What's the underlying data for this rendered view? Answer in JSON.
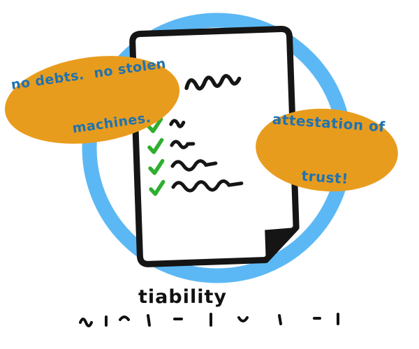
{
  "illustration": {
    "bubbles": {
      "left": {
        "line1": "no debts.  no stolen",
        "line2": "machines."
      },
      "right": {
        "line1": "attestation of",
        "line2": "trust!"
      }
    },
    "caption": {
      "fragment_line1": "tiability"
    },
    "document": {
      "type": "checklist-paper",
      "checkmark_count": 4
    },
    "colors": {
      "background": "#ffffff",
      "ring_blue": "#5cb8f4",
      "bubble_orange": "#e89c1d",
      "bubble_text_blue": "#1f72b0",
      "check_green": "#2fae2f",
      "outline_black": "#151515"
    }
  }
}
